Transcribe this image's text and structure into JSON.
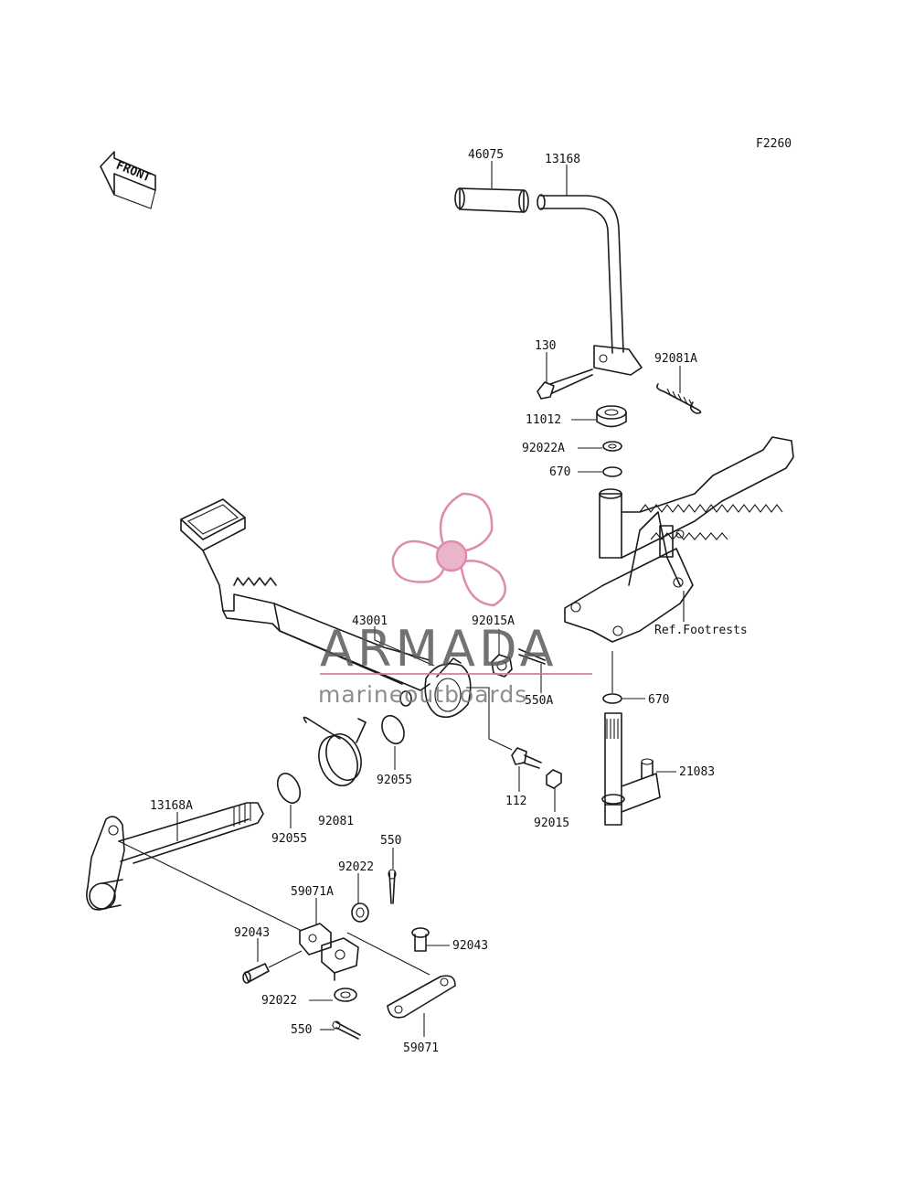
{
  "figure_code": "F2260",
  "front_indicator": "FRONT",
  "watermark": {
    "brand": "ARMADA",
    "tagline": "marineoutboards",
    "logo_icon": "propeller-icon",
    "accent_color": "#d9799d"
  },
  "parts": {
    "p46075": "46075",
    "p13168": "13168",
    "p130": "130",
    "p92081A": "92081A",
    "p11012": "11012",
    "p92022A": "92022A",
    "p670_top": "670",
    "p43001": "43001",
    "p92015A": "92015A",
    "ref_footrests": "Ref.Footrests",
    "p550A": "550A",
    "p670_bottom": "670",
    "p92055_a": "92055",
    "p21083": "21083",
    "p112": "112",
    "p92015": "92015",
    "p13168A": "13168A",
    "p92081": "92081",
    "p92055_b": "92055",
    "p550_top": "550",
    "p92022_top": "92022",
    "p59071A": "59071A",
    "p92043_left": "92043",
    "p92043_right": "92043",
    "p92022_bottom": "92022",
    "p550_bottom": "550",
    "p59071": "59071"
  }
}
